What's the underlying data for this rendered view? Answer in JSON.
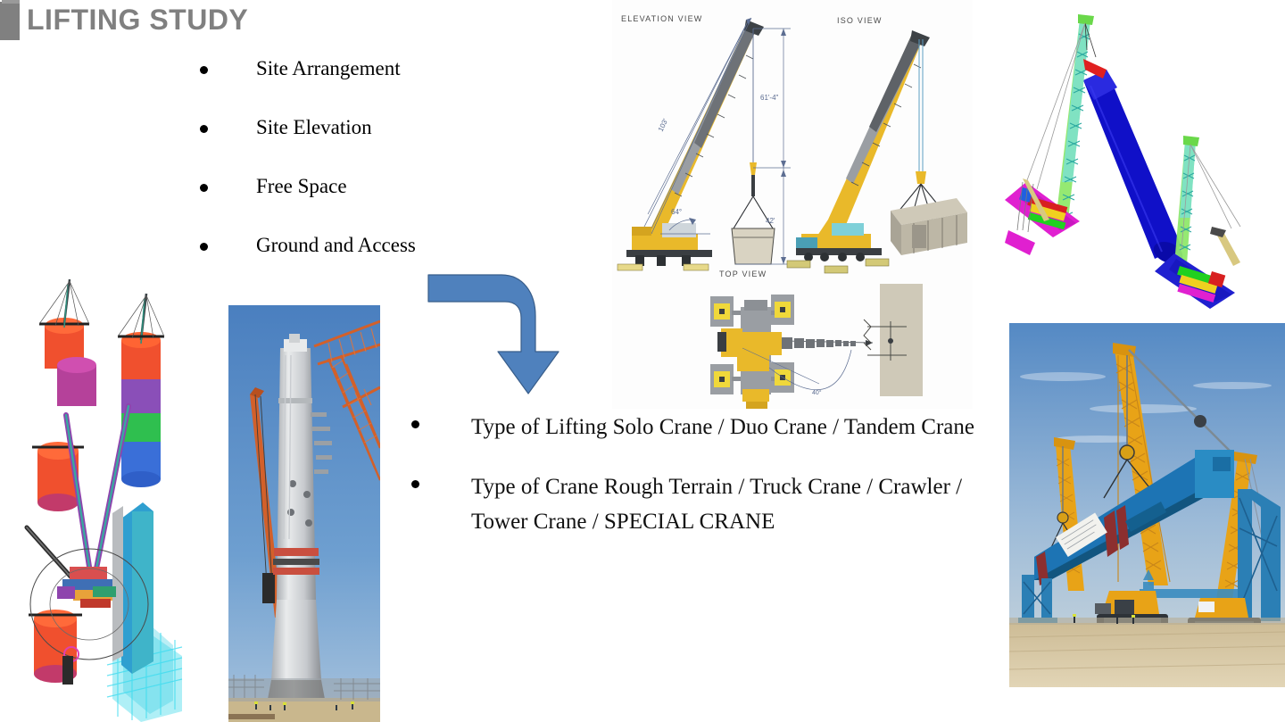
{
  "slide": {
    "title": "LIFTING STUDY",
    "title_color": "#808080",
    "accent_color": "#4F81BD",
    "background": "#FFFFFF"
  },
  "bullets_top": [
    {
      "label": "Site Arrangement"
    },
    {
      "label": "Site Elevation"
    },
    {
      "label": "Free Space"
    },
    {
      "label": "Ground and Access"
    }
  ],
  "bullets_bottom": [
    {
      "label": "Type of Lifting Solo Crane / Duo Crane / Tandem Crane"
    },
    {
      "label": "Type of Crane Rough Terrain / Truck Crane / Crawler / Tower Crane / SPECIAL CRANE"
    }
  ],
  "arrow": {
    "name": "bent-arrow-down",
    "color": "#4F81BD",
    "outline": "#385D8A"
  },
  "technical_drawing": {
    "caption_elevation": "ELEVATION VIEW",
    "caption_iso": "ISO VIEW",
    "caption_top": "TOP VIEW",
    "dim_boom_length": "103'",
    "dim_hook_height": "61'-4\"",
    "dim_load_height": "42'",
    "dim_boom_angle": "64°",
    "dim_swing_angle": "40°"
  },
  "figures": [
    {
      "name": "cad-ring-crane-lift-study",
      "description": "3D CAD ring crane model lifting cylindrical vessels"
    },
    {
      "name": "photo-column-erection",
      "description": "Photo of tall column vessel erection with lattice crawler cranes"
    },
    {
      "name": "cad-tandem-crawler-lift",
      "description": "3D CAD tandem crawler crane lift of blue cylindrical vessel"
    },
    {
      "name": "photo-tandem-girder-lift",
      "description": "Photo of two yellow crawler cranes lifting a blue steel girder"
    }
  ]
}
